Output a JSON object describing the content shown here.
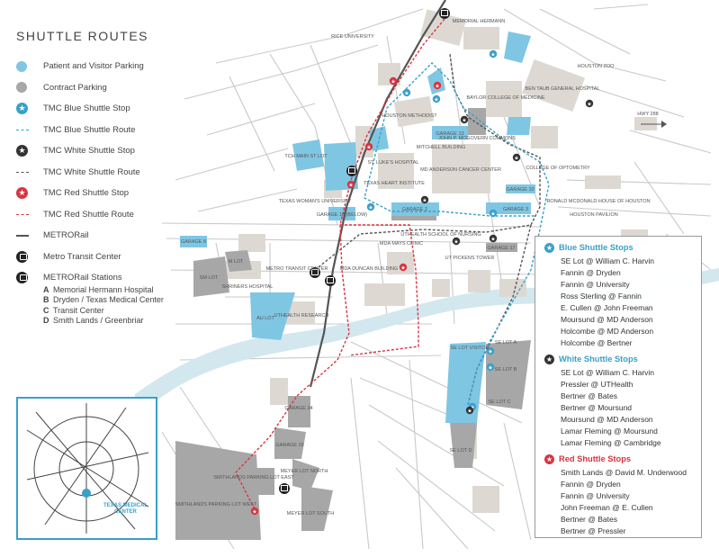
{
  "legend": {
    "title": "SHUTTLE ROUTES",
    "items": [
      {
        "label": "Patient and Visitor Parking"
      },
      {
        "label": "Contract Parking"
      },
      {
        "label": "TMC Blue Shuttle Stop"
      },
      {
        "label": "TMC Blue Shuttle Route"
      },
      {
        "label": "TMC White Shuttle Stop"
      },
      {
        "label": "TMC White Shuttle Route"
      },
      {
        "label": "TMC Red Shuttle Stop"
      },
      {
        "label": "TMC Red Shuttle Route"
      },
      {
        "label": "METRORail"
      },
      {
        "label": "Metro Transit Center"
      },
      {
        "label": "METRORail Stations"
      }
    ],
    "stations": [
      {
        "letter": "A",
        "name": "Memorial Hermann Hospital"
      },
      {
        "letter": "B",
        "name": "Dryden / Texas Medical Center"
      },
      {
        "letter": "C",
        "name": "Transit Center"
      },
      {
        "letter": "D",
        "name": "Smith Lands / Greenbriar"
      }
    ]
  },
  "colors": {
    "patient_parking": "#7fc6e3",
    "contract_parking": "#a7a7a7",
    "blue": "#3aa0c8",
    "white_stop": "#333333",
    "red": "#d9343f",
    "water": "#d3e7ee",
    "building": "#ddd9d2"
  },
  "stops_panel": {
    "blue": {
      "title": "Blue Shuttle Stops",
      "stops": [
        "SE Lot @ William C. Harvin",
        "Fannin @ Dryden",
        "Fannin @ University",
        "Ross Sterling @ Fannin",
        "E. Cullen @ John Freeman",
        "Moursund @ MD Anderson",
        "Holcombe @ MD Anderson",
        "Holcombe @ Bertner"
      ]
    },
    "white": {
      "title": "White Shuttle Stops",
      "stops": [
        "SE Lot @ William C. Harvin",
        "Pressler @ UTHealth",
        "Bertner @ Bates",
        "Bertner @ Moursund",
        "Moursund @ MD Anderson",
        "Lamar Fleming @ Moursund",
        "Lamar Fleming @ Cambridge"
      ]
    },
    "red": {
      "title": "Red Shuttle Stops",
      "stops": [
        "Smith Lands @ David M. Underwood",
        "Fannin @ Dryden",
        "Fannin @ University",
        "John Freeman @ E. Cullen",
        "Bertner @ Bates",
        "Bertner @ Pressler"
      ]
    }
  },
  "map_labels": {
    "rice_university": "RICE UNIVERSITY",
    "houston_zoo": "HOUSTON ZOO",
    "hwy_288": "HWY 288",
    "houston_methodist": "HOUSTON METHODIST",
    "md_anderson": "MD ANDERSON CANCER CENTER",
    "st_lukes": "ST. LUKE'S HOSPITAL",
    "texas_heart": "TEXAS HEART INSTITUTE",
    "memorial_hermann": "MEMORIAL HERMANN",
    "tch_main_st_lot": "TCH MAIN ST LOT",
    "garage_2": "GARAGE 2",
    "garage_3": "GARAGE 3",
    "garage_8": "GARAGE 8",
    "garage_10": "GARAGE 10",
    "garage_13": "GARAGE 13",
    "garage_17": "GARAGE 17",
    "garage_18": "GARAGE 18 (BELOW)",
    "garage_19": "GARAGE 19",
    "garage_34": "GARAGE 34",
    "m_lot": "M LOT",
    "sm_lot": "SM LOT",
    "au_lot": "AU LOT",
    "metro_transit_center": "METRO TRANSIT CENTER",
    "se_lot_visitor": "SE LOT VISITOR",
    "se_lot_a": "SE LOT A",
    "se_lot_b": "SE LOT B",
    "se_lot_c": "SE LOT C",
    "se_lot_d": "SE LOT D",
    "smithlands_east": "SMITHLANDS PARKING LOT EAST",
    "smithlands_west": "SMITHLANDS PARKING LOT WEST",
    "meyer_lot_north": "MEYER LOT NORTH",
    "meyer_lot_south": "MEYER LOT SOUTH",
    "mitchell_building": "MITCHELL BUILDING",
    "mda_mays_clinic": "MDA MAYS CLINIC",
    "mda_duncan": "MDA DUNCAN BUILDING",
    "uthealth_sph": "UTHEALTH SCHOOL OF NURSING",
    "ut_pickens": "UT PICKENS TOWER",
    "shriners": "SHRINERS HOSPITAL",
    "college_optometry": "COLLEGE OF OPTOMETRY",
    "ronald_mcdonald": "RONALD MCDONALD HOUSE OF HOUSTON",
    "houston_pavilion": "HOUSTON PAVILION",
    "bentaub": "BEN TAUB GENERAL HOSPITAL",
    "baylor": "BAYLOR COLLEGE OF MEDICINE",
    "texas_womans": "TEXAS WOMAN'S UNIVERSITY",
    "uthealth_research": "UTHEALTH RESEARCH",
    "mcgovern_commons": "JOHN P. MCGOVERN COMMONS",
    "inset_tmc": "TEXAS MEDICAL CENTER"
  }
}
